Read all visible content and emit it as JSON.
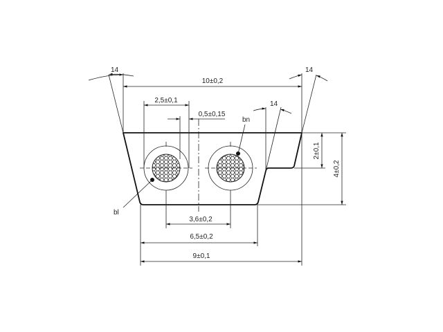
{
  "drawing": {
    "dimensions": {
      "total_top_width": "10±0,2",
      "conductor_span": "2,5±0,1",
      "gap": "0,5±0,15",
      "angle_left": "14",
      "angle_right": "14",
      "angle_step": "14",
      "step_height": "2±0,1",
      "total_height": "4±0,2",
      "conductor_pitch": "3,6±0,2",
      "bottom_width": "6,5±0,2",
      "overall_bottom": "9±0,1"
    },
    "labels": {
      "left_core": "bl",
      "right_core": "bn"
    }
  }
}
